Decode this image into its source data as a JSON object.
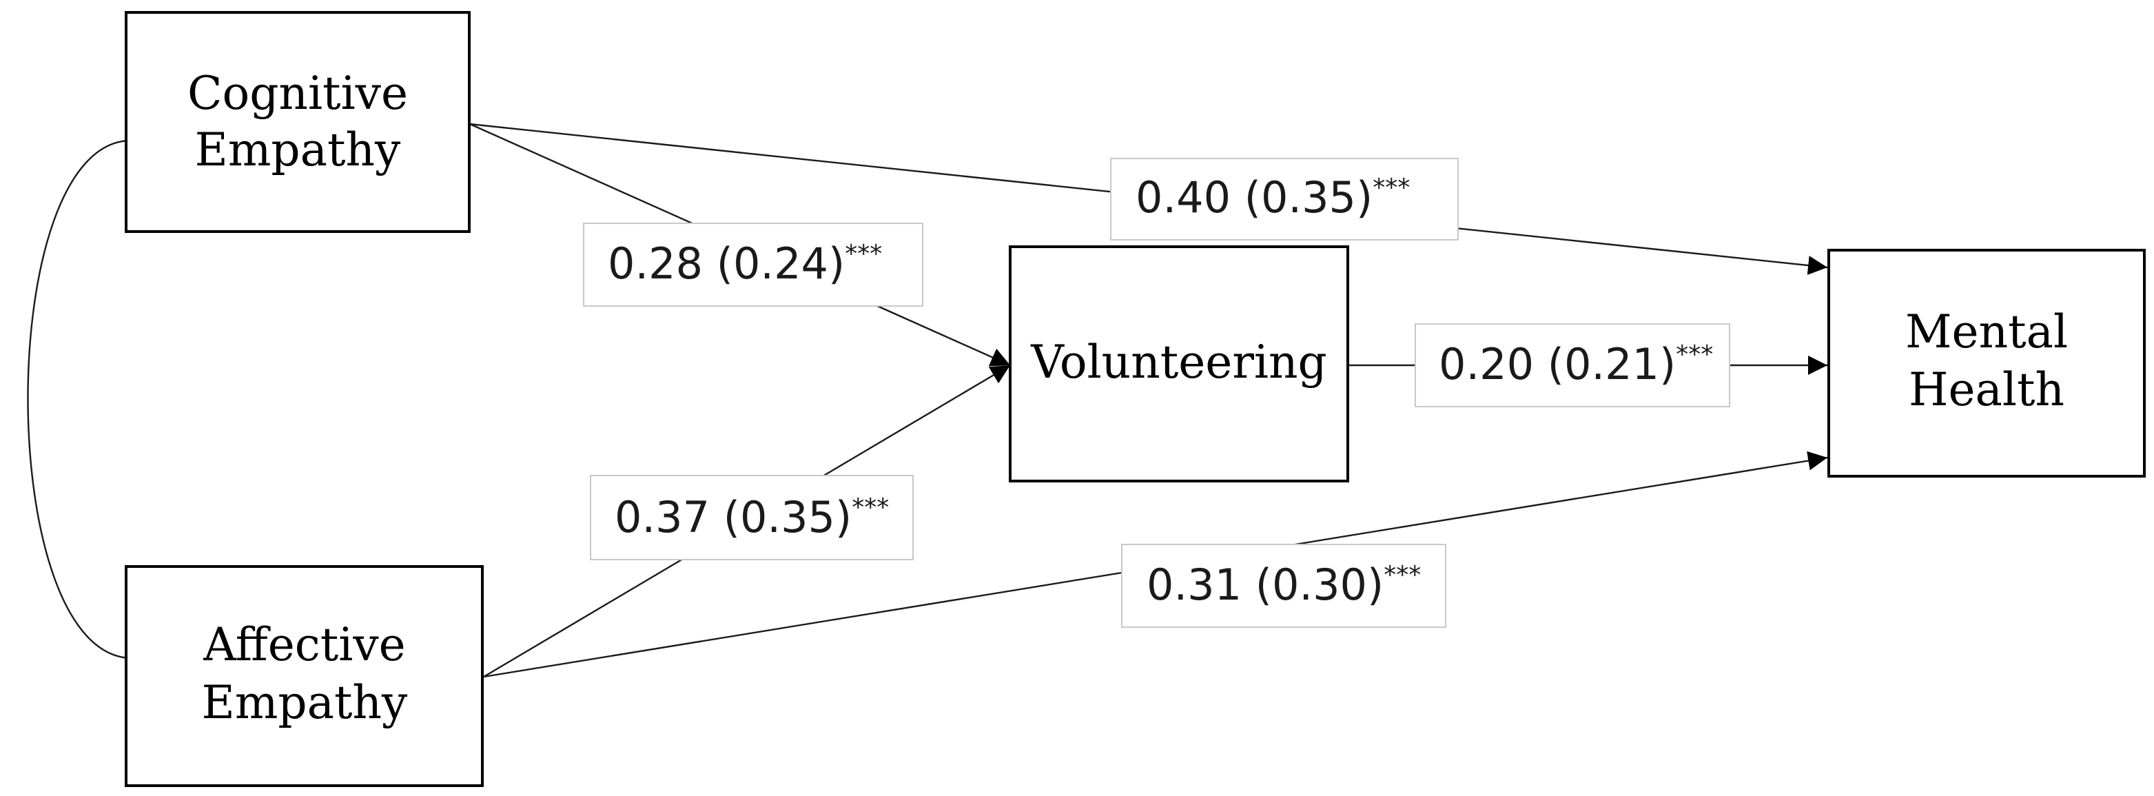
{
  "nodes": {
    "cognitive_empathy": {
      "line1": "Cognitive",
      "line2": "Empathy"
    },
    "affective_empathy": {
      "line1": "Affective",
      "line2": "Empathy"
    },
    "volunteering": {
      "label": "Volunteering"
    },
    "mental_health": {
      "line1": "Mental",
      "line2": "Health"
    }
  },
  "paths": {
    "cognitive_to_volunteering": {
      "coefficient": "0.28 (0.24)",
      "significance": "***"
    },
    "affective_to_volunteering": {
      "coefficient": "0.37 (0.35)",
      "significance": "***"
    },
    "cognitive_to_mental_health": {
      "coefficient": "0.40 (0.35)",
      "significance": "***"
    },
    "volunteering_to_mental_health": {
      "coefficient": "0.20 (0.21)",
      "significance": "***"
    },
    "affective_to_mental_health": {
      "coefficient": "0.31 (0.30)",
      "significance": "***"
    }
  },
  "colors": {
    "node_border": "#000000",
    "label_border": "#c8c8c8",
    "edge": "#1a1a1a",
    "background": "#ffffff"
  }
}
